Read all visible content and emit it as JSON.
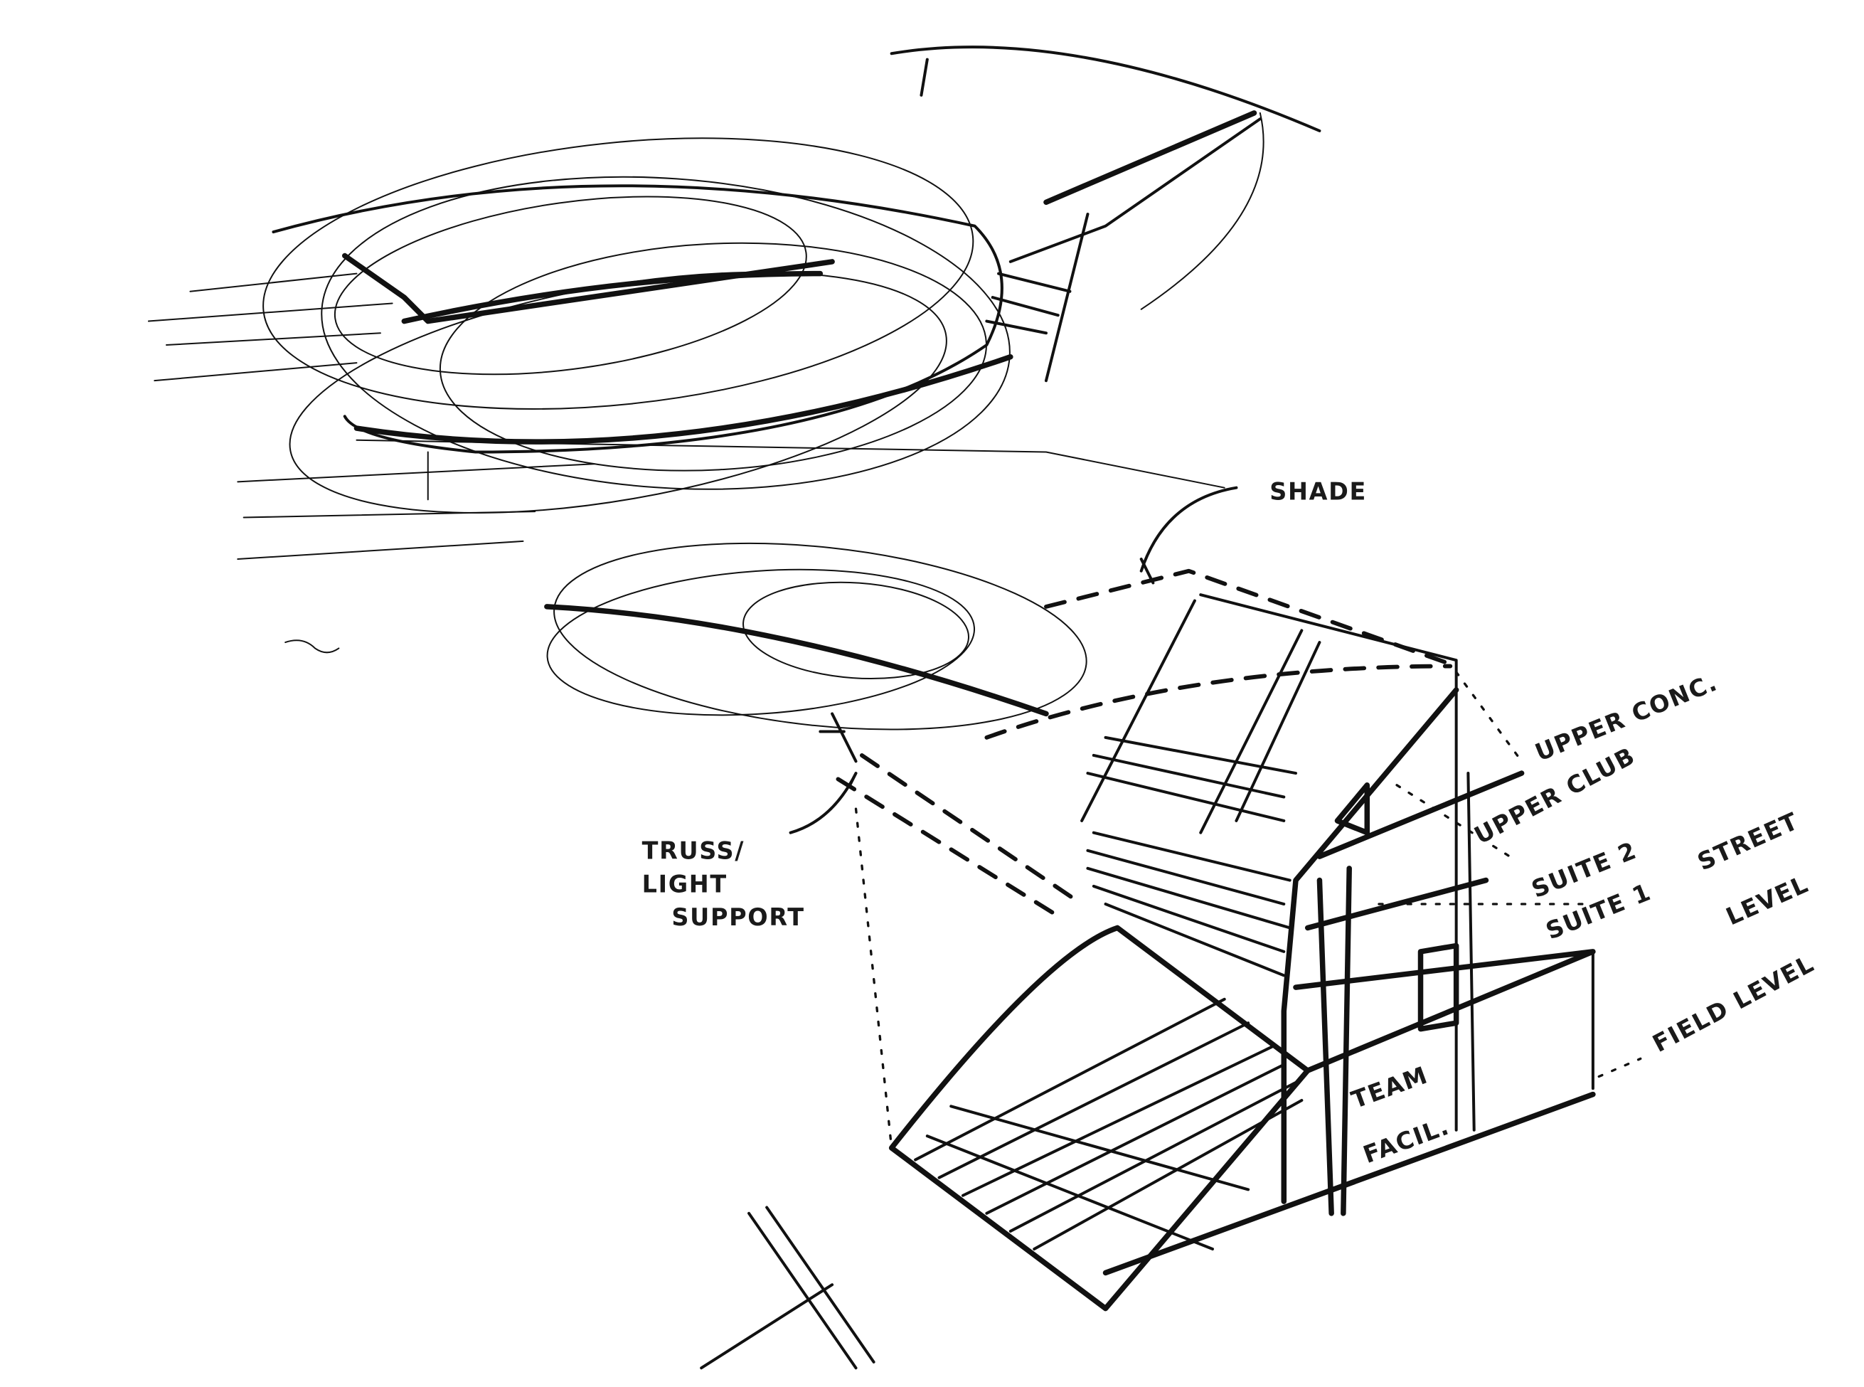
{
  "sketch": {
    "ink_color": "#111111",
    "paper_color": "#ffffff",
    "labels": {
      "shade": "SHADE",
      "upper_conc": "UPPER CONC.",
      "upper_club": "UPPER CLUB",
      "suite_2": "SUITE 2",
      "suite_1": "SUITE 1",
      "street": "STREET",
      "street_level": "LEVEL",
      "field_level": "FIELD LEVEL",
      "truss": "TRUSS/",
      "light": "LIGHT",
      "support": "SUPPORT",
      "team": "TEAM",
      "facil": "FACIL."
    }
  }
}
